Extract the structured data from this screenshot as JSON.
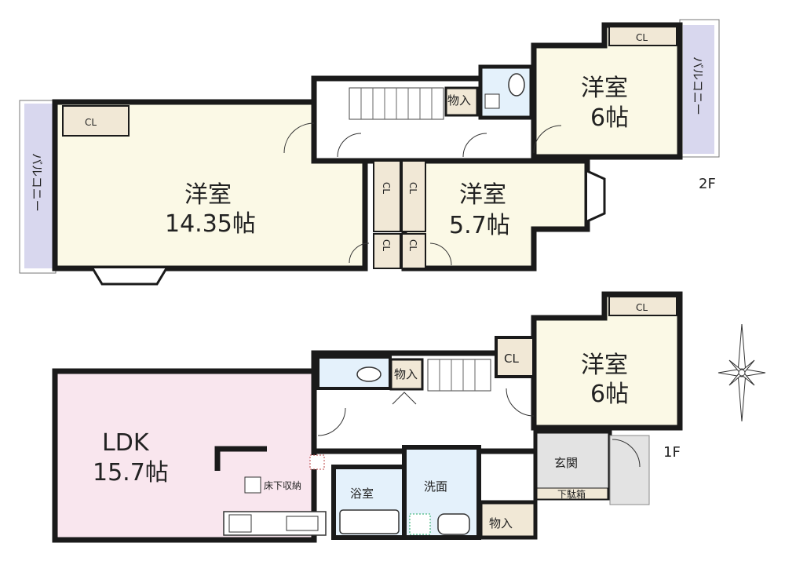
{
  "floors": {
    "upper": {
      "label": "2F",
      "rooms": {
        "big_room": {
          "name": "洋室",
          "size": "14.35帖"
        },
        "mid_room": {
          "name": "洋室",
          "size": "5.7帖"
        },
        "ne_room": {
          "name": "洋室",
          "size": "6帖"
        }
      },
      "closets": {
        "big_room_cl": "CL",
        "ne_room_cl": "CL",
        "hall_cl_1": "CL",
        "hall_cl_2": "CL",
        "hall_cl_3": "CL",
        "hall_cl_4": "CL"
      },
      "storage": "物入",
      "balcony_west": "バルコニー",
      "balcony_east": "バルコニー"
    },
    "lower": {
      "label": "1F",
      "rooms": {
        "ldk": {
          "name": "LDK",
          "size": "15.7帖"
        },
        "ne_room": {
          "name": "洋室",
          "size": "6帖"
        },
        "bath": "浴室",
        "washroom": "洗面",
        "entrance": "玄関"
      },
      "closets": {
        "ne_room_cl": "CL",
        "hall_cl": "CL"
      },
      "storage_hall": "物入",
      "storage_wash": "物入",
      "shoe_box": "下駄箱",
      "underfloor_storage": "床下収納"
    }
  },
  "colors": {
    "wall": "#1a1a1a",
    "room_fill": "#fbf9e6",
    "ldk_fill": "#f9e6ee",
    "wet_fill": "#e4f1fb",
    "entrance_fill": "#e3e3e3",
    "closet_fill": "#f1e8d6",
    "balcony_fill": "#d8d7ee"
  },
  "compass_icon": "compass-rose-icon"
}
